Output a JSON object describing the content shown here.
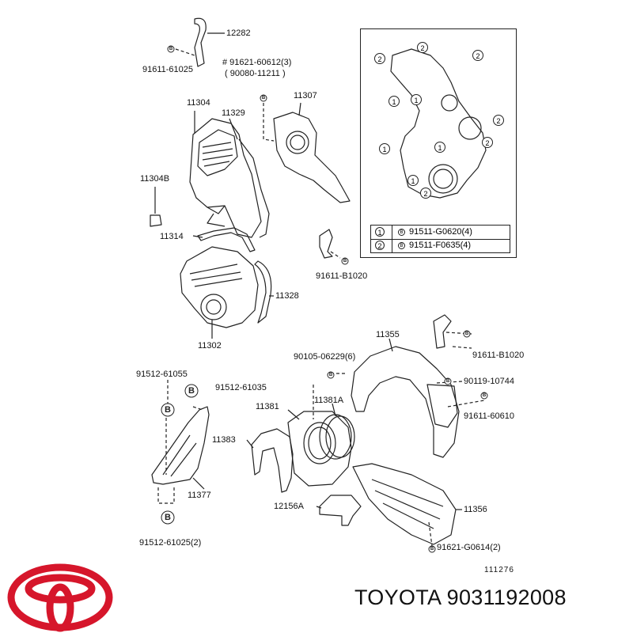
{
  "callouts": {
    "p12282": "12282",
    "p91611_61025": "91611-61025",
    "p91621_60612": "# 91621-60612(3)",
    "p90080_11211": "( 90080-11211 )",
    "p11304": "11304",
    "p11329": "11329",
    "p11307": "11307",
    "p11304B": "11304B",
    "p11314": "11314",
    "p91611_B1020_a": "91611-B1020",
    "p11328": "11328",
    "p11302": "11302",
    "p11355": "11355",
    "p91611_B1020_b": "91611-B1020",
    "p90105_06229": "90105-06229(6)",
    "p90119_10744": "90119-10744",
    "p91512_61055": "91512-61055",
    "p91512_61035": "91512-61035",
    "p11381": "11381",
    "p11381A": "11381A",
    "p91611_60610": "91611-60610",
    "p11383": "11383",
    "p11377": "11377",
    "p12156A": "12156A",
    "p11356": "11356",
    "p91512_61025": "91512-61025(2)",
    "p91621_G0614": "91621-G0614(2)",
    "ref_number": "111276"
  },
  "legend": {
    "rows": [
      {
        "num": "1",
        "symbol": "B",
        "code": "91511-G0620(4)"
      },
      {
        "num": "2",
        "symbol": "B",
        "code": "91511-F0635(4)"
      }
    ],
    "markers": [
      "2",
      "2",
      "2",
      "1",
      "1",
      "2",
      "1",
      "2",
      "1",
      "1",
      "2"
    ]
  },
  "bolt_symbol": "B",
  "footer": {
    "brand_text": "TOYOTA 9031192008"
  },
  "colors": {
    "logo_red": "#d6162b",
    "line": "#222222"
  }
}
